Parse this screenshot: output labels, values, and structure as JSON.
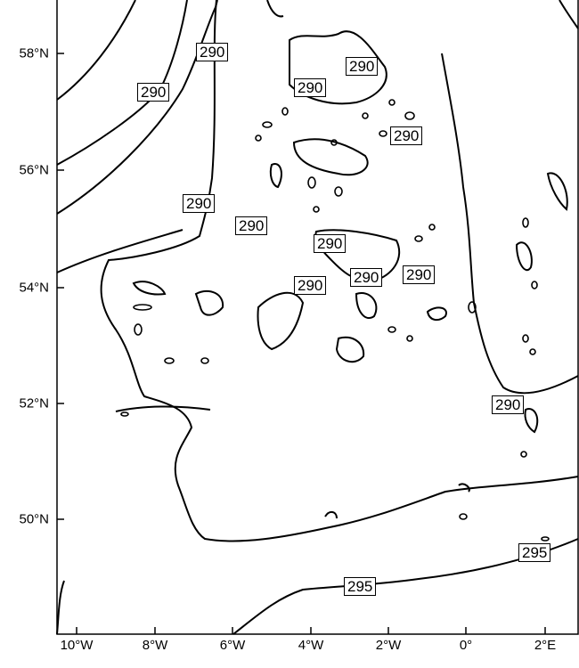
{
  "chart_data": {
    "type": "contour",
    "title": "",
    "x_ticks": [
      "10°W",
      "8°W",
      "6°W",
      "4°W",
      "2°W",
      "0°",
      "2°E"
    ],
    "y_ticks": [
      "58°N",
      "56°N",
      "54°N",
      "52°N",
      "50°N"
    ],
    "contour_levels": [
      290,
      295
    ],
    "contour_labels": [
      "290",
      "290",
      "290",
      "290",
      "290",
      "290",
      "290",
      "290",
      "290",
      "290",
      "290",
      "290",
      "295",
      "295"
    ],
    "line_color": "#000000"
  }
}
